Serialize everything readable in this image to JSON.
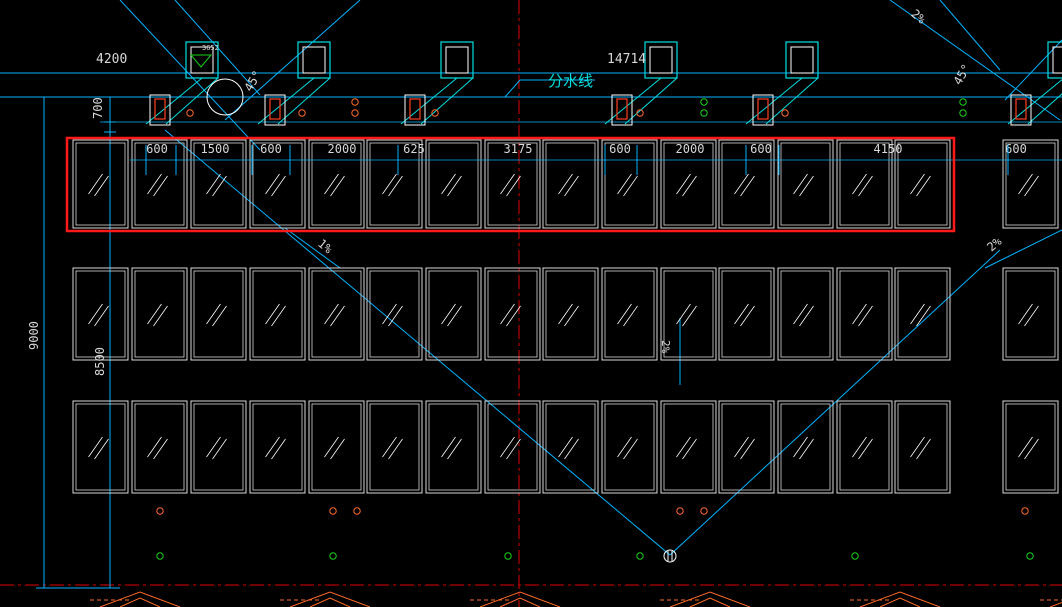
{
  "drawing": {
    "background": "#000000",
    "colors": {
      "panel": "#d8d8d8",
      "dim": "#00b4ff",
      "cyan": "#00e0e0",
      "red": "#e00000",
      "orange": "#ff6a2a",
      "green": "#19d219",
      "white": "#ffffff",
      "highlight": "#ff1a1a"
    },
    "top_dimensions": {
      "left": "4200",
      "mid": "14714",
      "small": "3652"
    },
    "ridge_label": "分水线",
    "angles": {
      "a1": "45°",
      "a2": "45°"
    },
    "slopes": {
      "s1": "2%",
      "s2": "1%",
      "s3": "2%",
      "s4": "2%"
    },
    "side_dims": {
      "d700": "700",
      "d9000": "9000",
      "d8500": "8500"
    },
    "row_dims": [
      {
        "id": "d1",
        "text": "600"
      },
      {
        "id": "d2",
        "text": "1500"
      },
      {
        "id": "d3",
        "text": "600"
      },
      {
        "id": "d4",
        "text": "2000"
      },
      {
        "id": "d5",
        "text": "625"
      },
      {
        "id": "d6",
        "text": "3175"
      },
      {
        "id": "d7",
        "text": "600"
      },
      {
        "id": "d8",
        "text": "2000"
      },
      {
        "id": "d9",
        "text": "600"
      },
      {
        "id": "d10",
        "text": "4150"
      },
      {
        "id": "d11",
        "text": "600"
      }
    ]
  }
}
